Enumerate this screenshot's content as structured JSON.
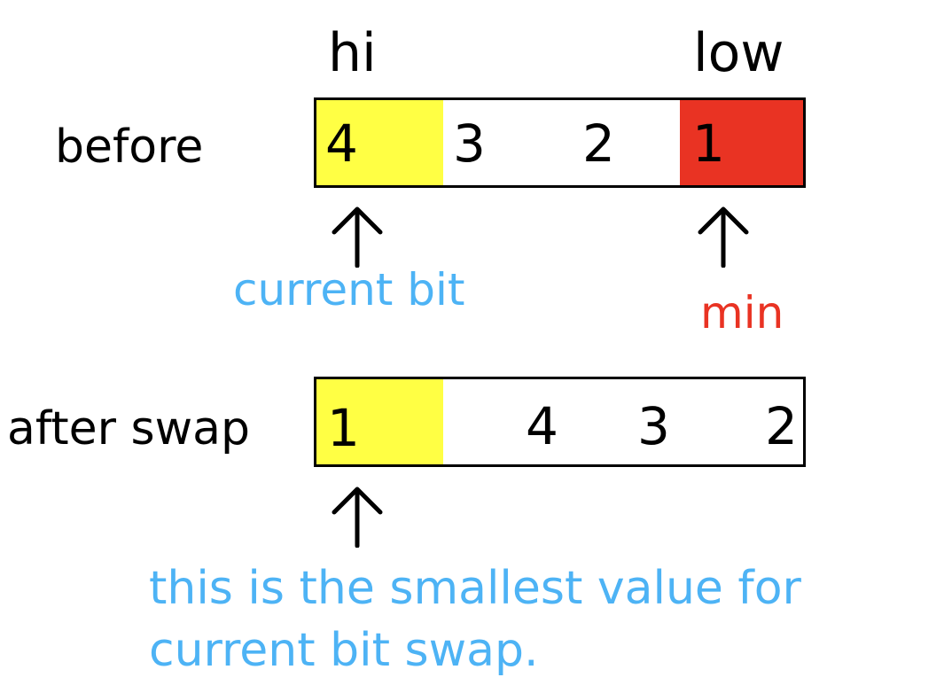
{
  "headers": {
    "hi": "hi",
    "low": "low"
  },
  "rows": {
    "before": {
      "label": "before",
      "digits": [
        "4",
        "3",
        "2",
        "1"
      ],
      "highlight_colors": {
        "current": "#ffff44",
        "min": "#e93323"
      }
    },
    "after": {
      "label": "after swap",
      "digits": [
        "1",
        "4",
        "3",
        "2"
      ],
      "highlight_colors": {
        "current": "#ffff44"
      }
    }
  },
  "annotations": {
    "current_bit": {
      "text": "current bit",
      "color": "#4db3f5"
    },
    "min": {
      "text": "min",
      "color": "#e93323"
    },
    "note_line1": {
      "text": "this is the smallest value for",
      "color": "#4db3f5"
    },
    "note_line2": {
      "text": "current bit swap.",
      "color": "#4db3f5"
    }
  },
  "arrow_icon": "up-arrow-icon"
}
